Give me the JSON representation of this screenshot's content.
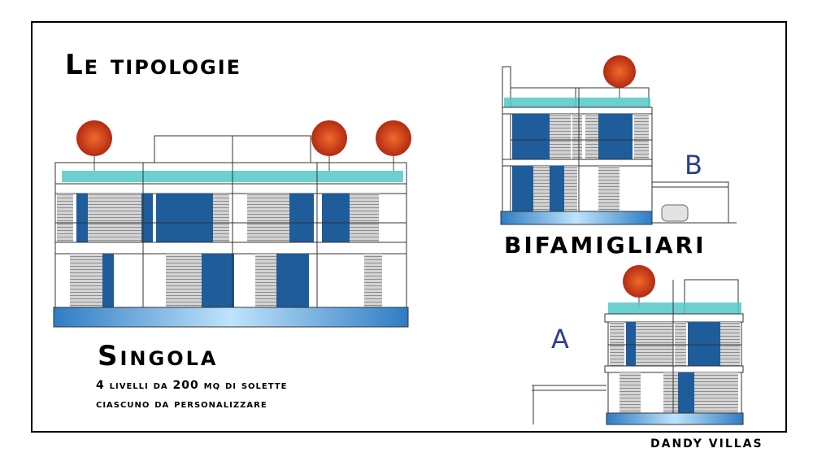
{
  "title": "Le tipologie",
  "singola": {
    "heading": "Singola",
    "line1": "4 livelli da 200 mq di solette",
    "line2": "ciascuno da personalizzare"
  },
  "bifamigliari": {
    "heading": "BIFAMIGLIARI",
    "label_a": "A",
    "label_b": "B"
  },
  "brand": "DANDY VILLAS",
  "colors": {
    "window_blue": "#1f5c9a",
    "shutter_grey": "#c9c9c9",
    "glass_base": "#8cc6ec",
    "tree_red": "#cc3a14",
    "hedge_teal": "#3fc2c4",
    "label_blue": "#2c3f8e"
  }
}
